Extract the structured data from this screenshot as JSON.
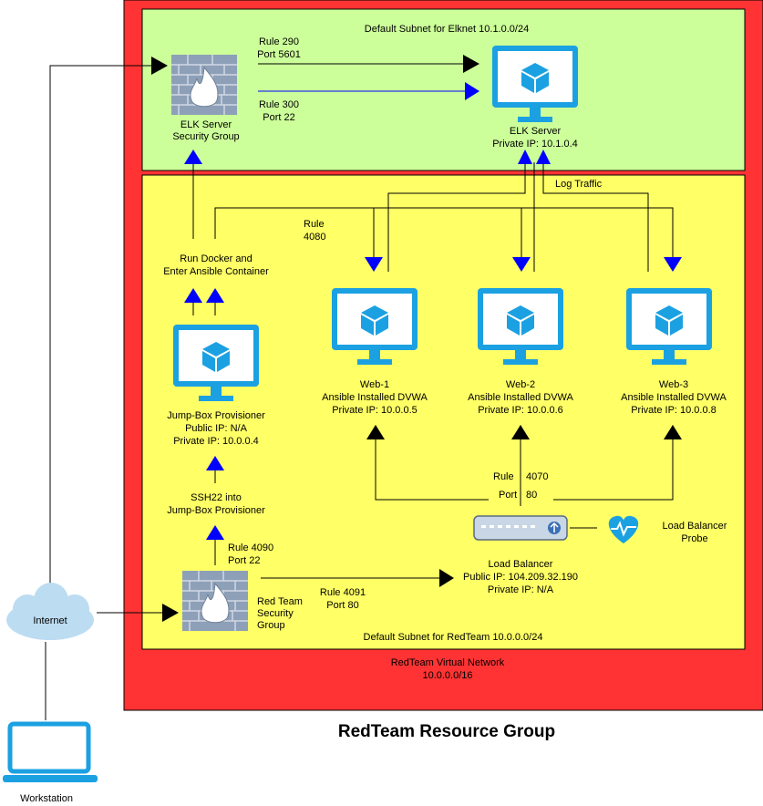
{
  "resource_group": {
    "title": "RedTeam Resource Group"
  },
  "vnet": {
    "label1": "RedTeam Virtual Network",
    "label2": "10.0.0.0/16"
  },
  "elk_subnet": {
    "label": "Default Subnet for Elknet 10.1.0.0/24"
  },
  "red_subnet": {
    "label": "Default Subnet for RedTeam 10.0.0.0/24"
  },
  "elk_sg": {
    "line1": "ELK Server",
    "line2": "Security Group"
  },
  "elk_server": {
    "line1": "ELK Server",
    "line2": "Private IP: 10.1.0.4"
  },
  "rule290": {
    "line1": "Rule 290",
    "line2": "Port 5601"
  },
  "rule300": {
    "line1": "Rule 300",
    "line2": "Port 22"
  },
  "log_traffic": "Log Traffic",
  "rule4080": {
    "line1": "Rule",
    "line2": "4080"
  },
  "docker": {
    "line1": "Run Docker and",
    "line2": "Enter Ansible Container"
  },
  "jumpbox": {
    "line1": "Jump-Box Provisioner",
    "line2": "Public IP: N/A",
    "line3": "Private IP: 10.0.0.4"
  },
  "ssh": {
    "line1": "SSH22 into",
    "line2": "Jump-Box Provisioner"
  },
  "rule4090": {
    "line1": "Rule 4090",
    "line2": "Port 22"
  },
  "red_sg": {
    "line1": "Red Team",
    "line2": "Security",
    "line3": "Group"
  },
  "rule4091": {
    "line1": "Rule 4091",
    "line2": "Port 80"
  },
  "web1": {
    "line1": "Web-1",
    "line2": "Ansible Installed DVWA",
    "line3": "Private IP: 10.0.0.5"
  },
  "web2": {
    "line1": "Web-2",
    "line2": "Ansible Installed DVWA",
    "line3": "Private IP: 10.0.0.6"
  },
  "web3": {
    "line1": "Web-3",
    "line2": "Ansible Installed DVWA",
    "line3": "Private IP: 10.0.0.8"
  },
  "rule4070": {
    "rule": "Rule",
    "rule_num": "4070",
    "port": "Port",
    "port_num": "80"
  },
  "load_balancer": {
    "line1": "Load Balancer",
    "line2": "Public IP: 104.209.32.190",
    "line3": "Private IP: N/A"
  },
  "lb_probe": {
    "line1": "Load Balancer",
    "line2": "Probe"
  },
  "internet": {
    "label": "Internet"
  },
  "workstation": {
    "label": "Workstation"
  },
  "colors": {
    "resource_group": "#ff3333",
    "elk_subnet": "#ccff99",
    "red_subnet": "#ffff66",
    "vm_blue": "#1ba1e2",
    "arrow_blue": "#0000ff"
  }
}
